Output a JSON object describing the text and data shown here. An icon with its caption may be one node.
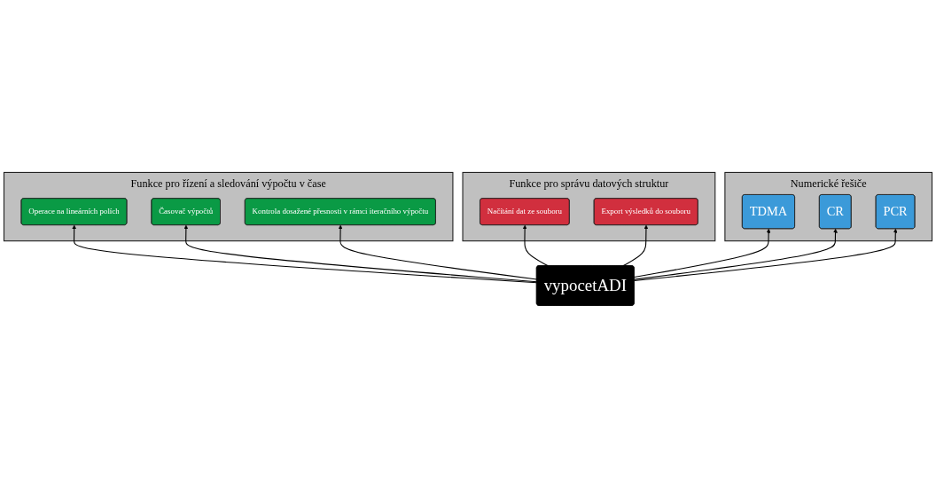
{
  "diagram": {
    "nodes": [
      {
        "text": [
          "Numerické řešiče"
        ]
      },
      {
        "text": [
          "TDMA"
        ],
        "in": 0
      },
      {
        "text": [
          "CR"
        ],
        "in": 0
      },
      {
        "text": [
          "PCR"
        ],
        "in": 0
      },
      {
        "text": [
          "vypocetADI"
        ]
      },
      {
        "text": [
          "Funkce pro správu datových struktur"
        ]
      },
      {
        "text": [
          "Načítání dat ze souboru"
        ],
        "in": 5
      },
      {
        "text": [
          "Export výsledků do souboru"
        ],
        "in": 5
      },
      {
        "text": [
          "Funkce pro řízení a sledování výpočtu v čase"
        ]
      },
      {
        "text": [
          "Operace na lineárních polích"
        ],
        "in": 8
      },
      {
        "text": [
          "Časovač výpočtů"
        ],
        "in": 8
      },
      {
        "text": [
          "Kontrola dosažené přesnosti v rámci iteračního výpočtu"
        ],
        "in": 8
      }
    ],
    "edges": [
      {
        "from": 4,
        "to": 1,
        "arrow": "to"
      },
      {
        "from": 4,
        "to": 2,
        "arrow": "to"
      },
      {
        "from": 4,
        "to": 3,
        "arrow": "to"
      },
      {
        "from": 4,
        "to": 6,
        "arrow": "to"
      },
      {
        "from": 4,
        "to": 7,
        "arrow": "to"
      },
      {
        "from": 4,
        "to": 9,
        "arrow": "to"
      },
      {
        "from": 4,
        "to": 10,
        "arrow": "to"
      },
      {
        "from": 4,
        "to": 11,
        "arrow": "to"
      }
    ]
  }
}
